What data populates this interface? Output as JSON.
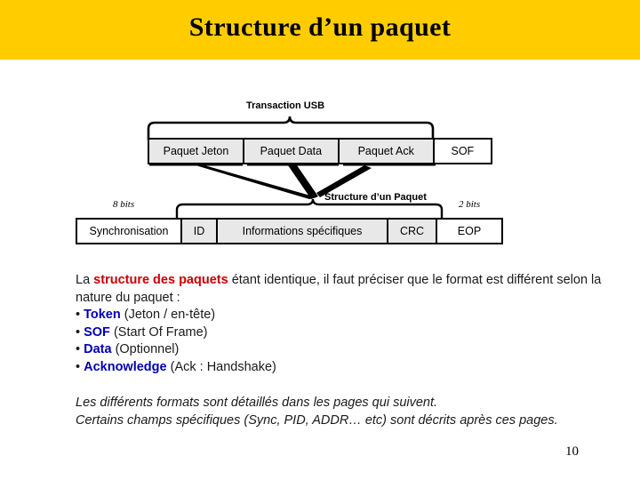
{
  "slide": {
    "title": "Structure d’un paquet",
    "page_number": "10",
    "banner_color": "#ffcc00"
  },
  "diagram": {
    "transaction": {
      "brace_label": "Transaction USB",
      "cells": [
        {
          "label": "Paquet Jeton",
          "fill": "gray"
        },
        {
          "label": "Paquet Data",
          "fill": "gray"
        },
        {
          "label": "Paquet Ack",
          "fill": "gray"
        },
        {
          "label": "SOF",
          "fill": "white"
        }
      ]
    },
    "packet": {
      "brace_label": "Structure d’un Paquet",
      "left_bits_label": "8 bits",
      "right_bits_label": "2 bits",
      "cells": [
        {
          "label": "Synchronisation",
          "fill": "white"
        },
        {
          "label": "ID",
          "fill": "gray"
        },
        {
          "label": "Informations spécifiques",
          "fill": "gray"
        },
        {
          "label": "CRC",
          "fill": "gray"
        },
        {
          "label": "EOP",
          "fill": "white"
        }
      ]
    }
  },
  "body": {
    "paragraph_1_pre": "La ",
    "paragraph_1_strong": "structure des paquets",
    "paragraph_1_post": " étant identique, il faut préciser que le format est différent selon la nature du paquet :",
    "bullets": [
      {
        "marker": "•",
        "term": "Token",
        "detail": "(Jeton / en-tête)"
      },
      {
        "marker": "•",
        "term": "SOF",
        "detail": "(Start Of Frame)"
      },
      {
        "marker": "•",
        "term": "Data",
        "detail": "(Optionnel)"
      },
      {
        "marker": "•",
        "term": "Acknowledge",
        "detail": "(Ack : Handshake)"
      }
    ],
    "note_line_1": "Les différents formats sont détaillés dans les pages qui suivent.",
    "note_line_2": "Certains champs spécifiques (Sync, PID, ADDR… etc) sont décrits après ces pages."
  },
  "colors": {
    "accent_red": "#cc0000",
    "accent_blue": "#0000b0",
    "banner": "#ffcc00",
    "cell_gray": "#e8e8e8"
  }
}
